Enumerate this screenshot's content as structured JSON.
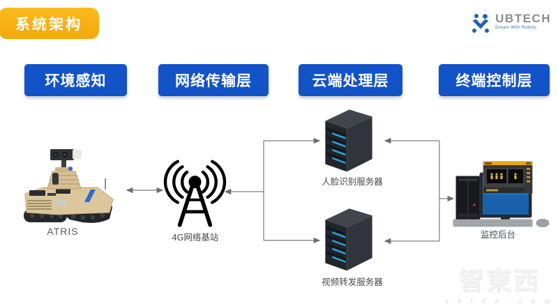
{
  "badge": {
    "label": "系统架构"
  },
  "logo": {
    "brand": "UBTECH",
    "tagline": "Dream With Robots"
  },
  "layers": [
    {
      "label": "环境感知"
    },
    {
      "label": "网络传输层"
    },
    {
      "label": "云端处理层"
    },
    {
      "label": "终端控制层"
    }
  ],
  "nodes": {
    "robot": {
      "label": "ATRIS"
    },
    "base_station": {
      "label": "4G网络基站"
    },
    "face_server": {
      "label": "人脸识别服务器"
    },
    "video_server": {
      "label": "视频转发服务器"
    },
    "monitor_backend": {
      "label": "监控后台"
    }
  },
  "connections": [
    {
      "between": [
        "ATRIS",
        "4G网络基站"
      ],
      "arrows": "both-ends"
    },
    {
      "between": [
        "4G网络基站",
        "服务器汇聚线"
      ],
      "arrows": "toward-4G网络基站"
    },
    {
      "between": [
        "汇聚线",
        "人脸识别服务器"
      ],
      "arrows": "into-server-left-and-right"
    },
    {
      "between": [
        "汇聚线",
        "视频转发服务器"
      ],
      "arrows": "into-server-left-and-right"
    },
    {
      "between": [
        "汇聚线",
        "监控后台"
      ],
      "arrows": "toward-监控后台"
    }
  ],
  "watermark": {
    "name": "智東西",
    "domain": "z h i d x . c o m"
  },
  "colors": {
    "layer_box_blue": "#1353C8",
    "badge_yellow": "#F7AE11",
    "connector_gray": "#7A7A7A",
    "server_stripe_blue": "#2BA3E0",
    "logo_blue": "#1E62B0",
    "screen_blue": "#1B6FC0",
    "app_titlebar_yellow": "#E9A80C"
  }
}
